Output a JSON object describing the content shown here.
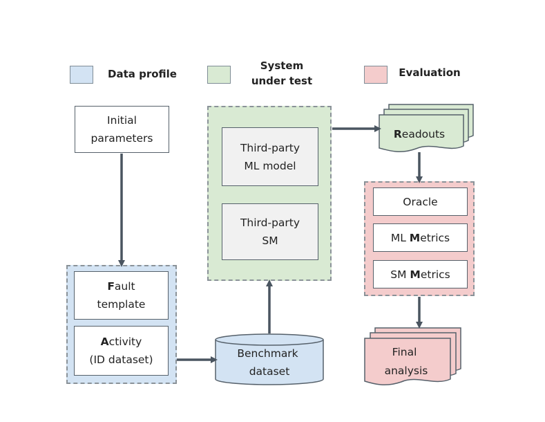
{
  "legend": {
    "data_profile": "Data profile",
    "system_under_test": "System\nunder test",
    "evaluation": "Evaluation"
  },
  "nodes": {
    "initial_parameters": "Initial\nparameters",
    "fault_template_first": "F",
    "fault_template_rest": "ault\ntemplate",
    "activity_first": "A",
    "activity_rest": "ctivity\n(ID dataset)",
    "benchmark_dataset": "Benchmark\ndataset",
    "third_party_ml_model": "Third-party\nML model",
    "third_party_sm": "Third-party\nSM",
    "readouts_first": "R",
    "readouts_rest": "eadouts",
    "oracle": "Oracle",
    "ml_metrics_pre": "ML ",
    "ml_metrics_bold": "M",
    "ml_metrics_rest": "etrics",
    "sm_metrics_pre": "SM ",
    "sm_metrics_bold": "M",
    "sm_metrics_rest": "etrics",
    "final_analysis": "Final\nanalysis"
  },
  "colors": {
    "data_profile": "#d3e3f3",
    "system_under_test": "#d9ead3",
    "evaluation": "#f4cccc",
    "arrow": "#4a5560"
  }
}
